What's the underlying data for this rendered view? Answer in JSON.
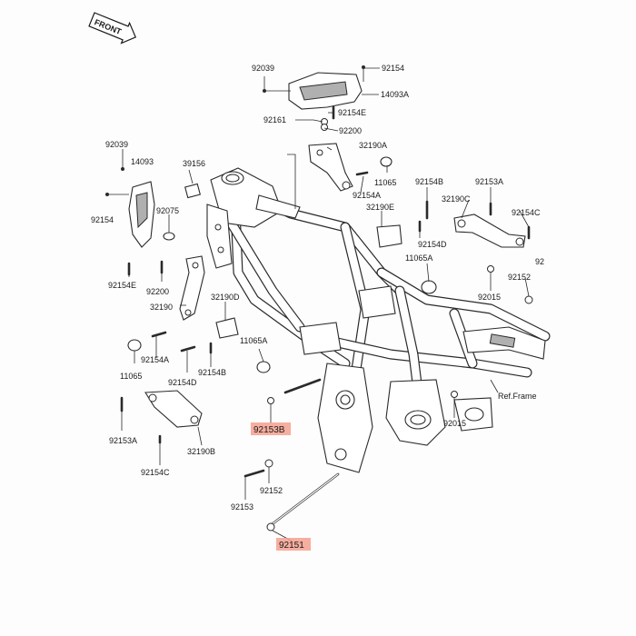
{
  "direction_badge": "FRONT",
  "highlight_color": "#f4a08f",
  "callouts": [
    {
      "id": "c1",
      "text": "92039"
    },
    {
      "id": "c2",
      "text": "92154"
    },
    {
      "id": "c3",
      "text": "14093A"
    },
    {
      "id": "c4",
      "text": "92154E"
    },
    {
      "id": "c5",
      "text": "92161"
    },
    {
      "id": "c6",
      "text": "92200"
    },
    {
      "id": "c7",
      "text": "32190A"
    },
    {
      "id": "c8",
      "text": "92039"
    },
    {
      "id": "c9",
      "text": "14093"
    },
    {
      "id": "c10",
      "text": "39156"
    },
    {
      "id": "c11",
      "text": "11065"
    },
    {
      "id": "c12",
      "text": "92154B"
    },
    {
      "id": "c13",
      "text": "92153A"
    },
    {
      "id": "c14",
      "text": "92154"
    },
    {
      "id": "c15",
      "text": "92075"
    },
    {
      "id": "c16",
      "text": "92154A"
    },
    {
      "id": "c17",
      "text": "32190E"
    },
    {
      "id": "c18",
      "text": "32190C"
    },
    {
      "id": "c19",
      "text": "92154C"
    },
    {
      "id": "c20",
      "text": "92154D"
    },
    {
      "id": "c21",
      "text": "11065A"
    },
    {
      "id": "c22",
      "text": "92154E"
    },
    {
      "id": "c23",
      "text": "92200"
    },
    {
      "id": "c24",
      "text": "92015"
    },
    {
      "id": "c25",
      "text": "92152"
    },
    {
      "id": "c26",
      "text": "92"
    },
    {
      "id": "c27",
      "text": "32190D"
    },
    {
      "id": "c28",
      "text": "32190"
    },
    {
      "id": "c29",
      "text": "11065A"
    },
    {
      "id": "c30",
      "text": "11065"
    },
    {
      "id": "c31",
      "text": "92154A"
    },
    {
      "id": "c32",
      "text": "92154B"
    },
    {
      "id": "c33",
      "text": "92154D"
    },
    {
      "id": "c34",
      "text": "Ref.Frame"
    },
    {
      "id": "c35",
      "text": "92015"
    },
    {
      "id": "c36",
      "text": "92153B",
      "highlighted": true
    },
    {
      "id": "c37",
      "text": "92153A"
    },
    {
      "id": "c38",
      "text": "32190B"
    },
    {
      "id": "c39",
      "text": "92154C"
    },
    {
      "id": "c40",
      "text": "92152"
    },
    {
      "id": "c41",
      "text": "92153"
    },
    {
      "id": "c42",
      "text": "92151",
      "highlighted": true
    }
  ]
}
